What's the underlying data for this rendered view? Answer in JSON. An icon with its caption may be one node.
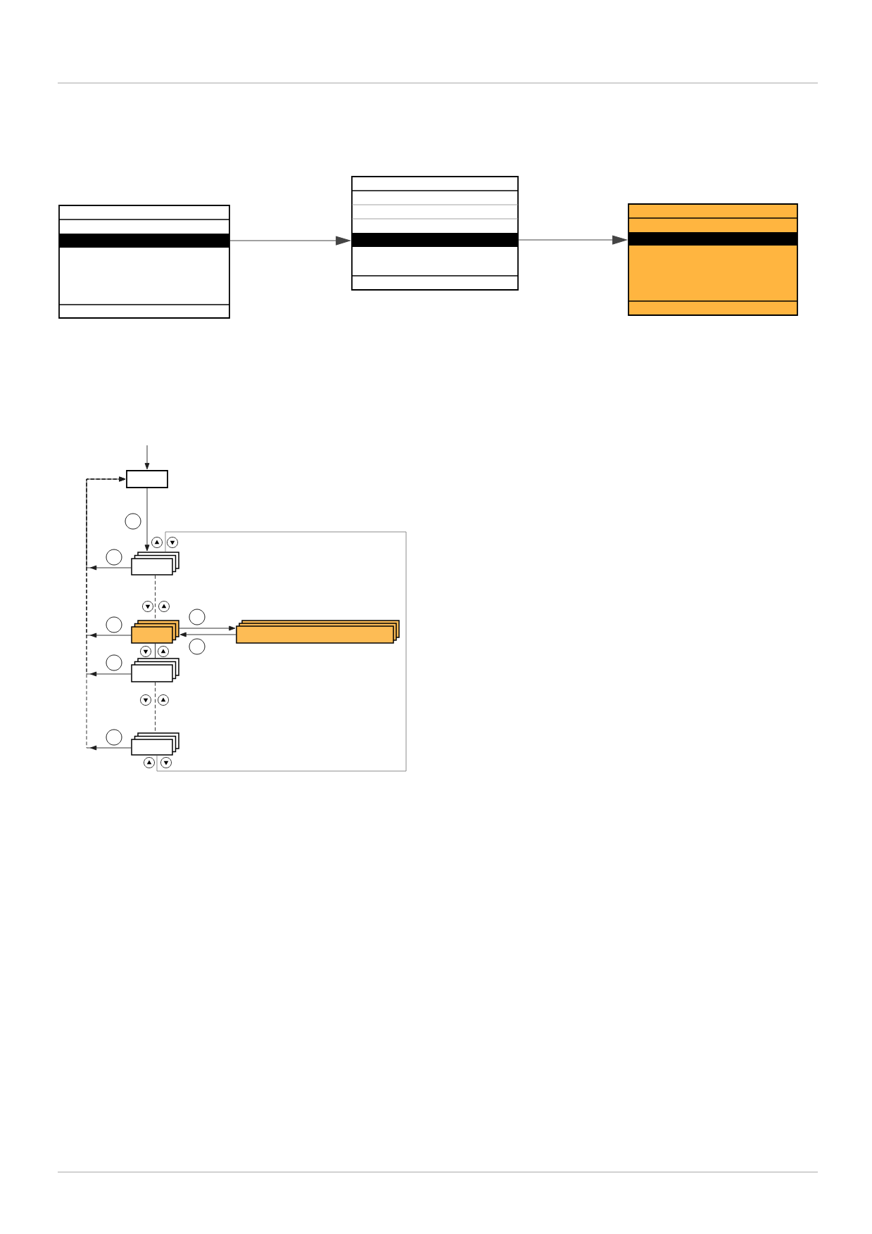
{
  "diagram": {
    "nodes": [
      {
        "text": [],
        "shape": "box"
      },
      {
        "text": [],
        "shape": "box"
      },
      {
        "text": [],
        "shape": "box"
      },
      {
        "text": [],
        "shape": "box"
      },
      {
        "text": [],
        "shape": "circle"
      },
      {
        "text": [],
        "shape": "circle"
      },
      {
        "text": [],
        "shape": "stack"
      },
      {
        "text": [],
        "shape": "circle"
      },
      {
        "text": [],
        "shape": "stack"
      },
      {
        "text": [],
        "shape": "circle"
      },
      {
        "text": [],
        "shape": "stack"
      },
      {
        "text": [],
        "shape": "circle"
      },
      {
        "text": [],
        "shape": "circle"
      },
      {
        "text": [],
        "shape": "stack"
      },
      {
        "text": [],
        "shape": "circle"
      },
      {
        "text": [],
        "shape": "stack"
      }
    ],
    "edges": [
      {
        "from": 0,
        "to": 1,
        "arrow": "to"
      },
      {
        "from": 1,
        "to": 2,
        "arrow": "to"
      },
      {
        "from": null,
        "to": 3,
        "arrow": "to"
      },
      {
        "from": 3,
        "to": 6,
        "arrow": "to"
      },
      {
        "from": 6,
        "to": 8,
        "arrow": "none",
        "style": "dashed"
      },
      {
        "from": 8,
        "to": 13,
        "arrow": "none"
      },
      {
        "from": 13,
        "to": 15,
        "arrow": "none",
        "style": "dashed"
      },
      {
        "from": 15,
        "to": 6,
        "arrow": "none",
        "color": "#808080"
      },
      {
        "from": 8,
        "to": 10,
        "arrow": "to"
      },
      {
        "from": 10,
        "to": 8,
        "arrow": "to"
      },
      {
        "from": 6,
        "to": 3,
        "arrow": "to"
      },
      {
        "from": 8,
        "to": 3,
        "arrow": "to",
        "style": "dashed"
      },
      {
        "from": 13,
        "to": 3,
        "arrow": "to",
        "style": "dashed"
      },
      {
        "from": 15,
        "to": 3,
        "arrow": "to",
        "style": "dashed"
      }
    ]
  }
}
